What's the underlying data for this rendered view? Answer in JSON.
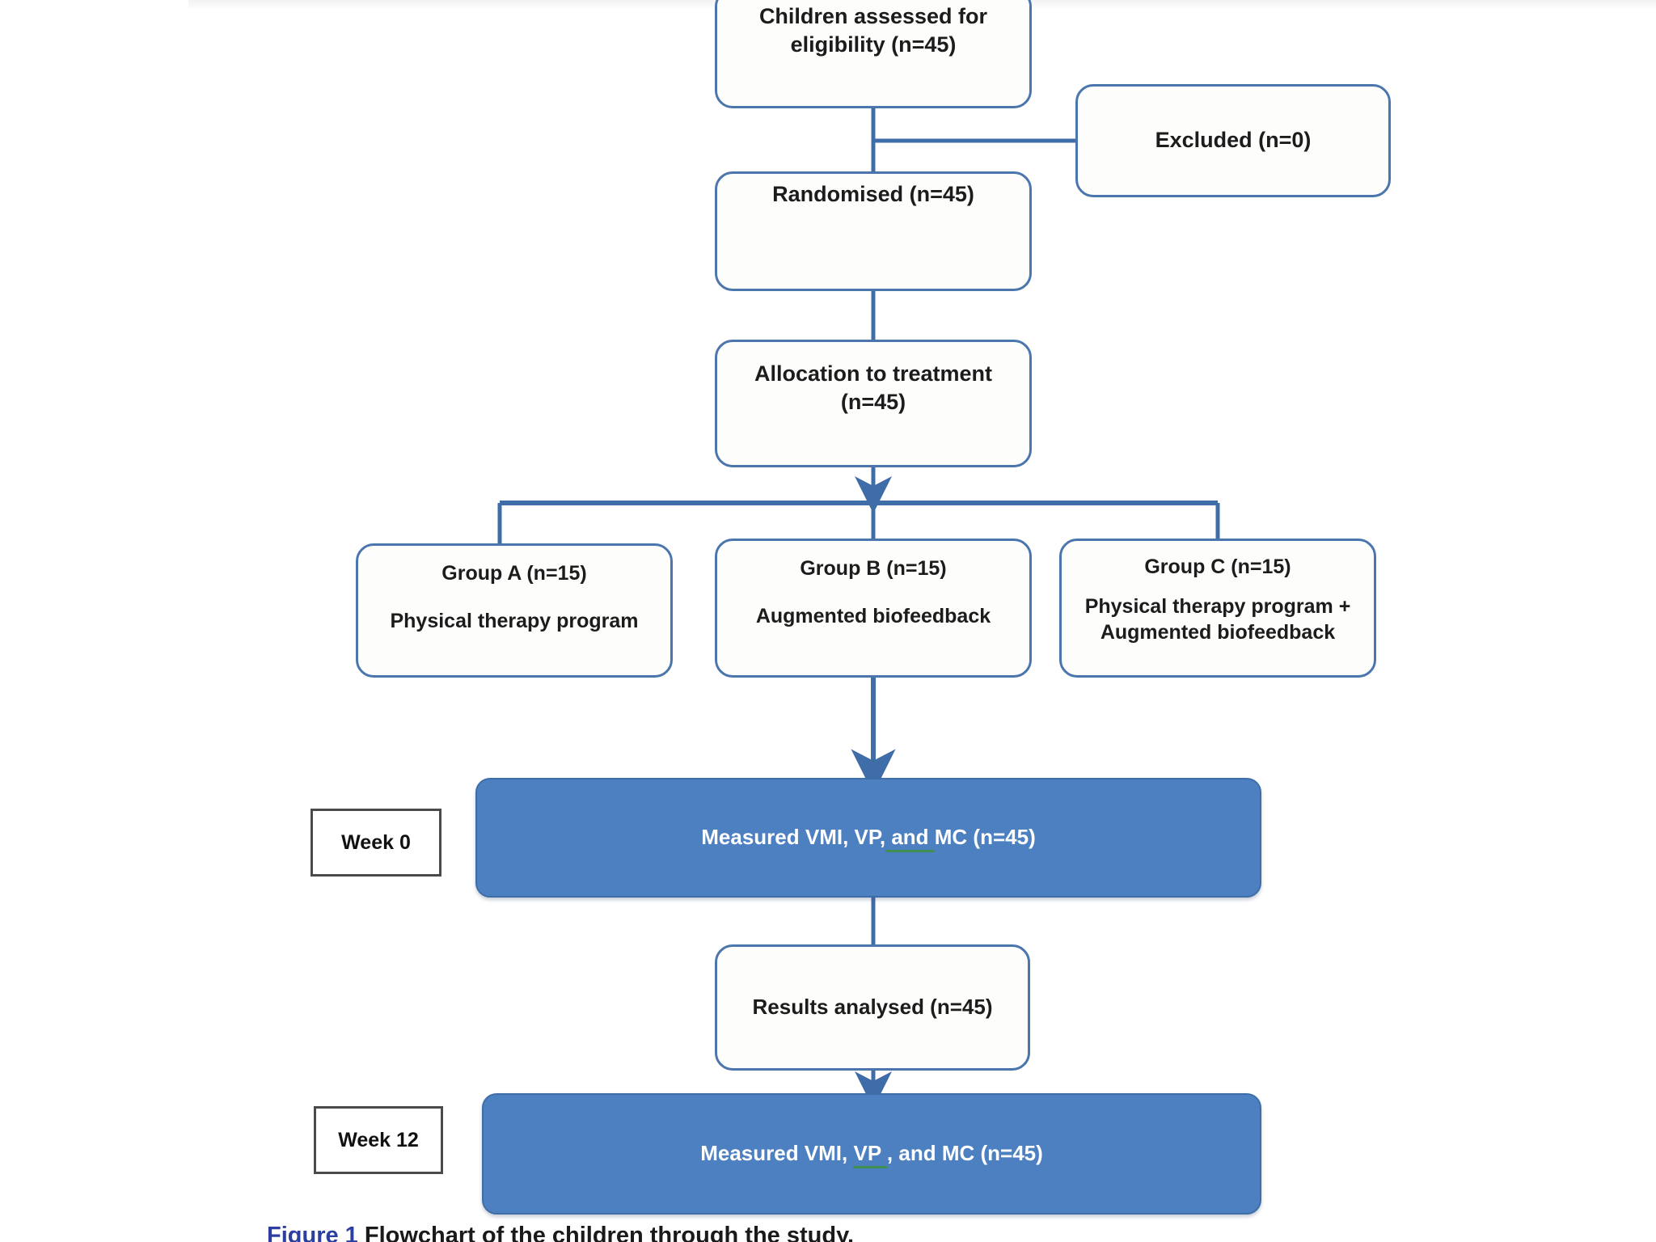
{
  "figure": {
    "type": "consort-flowchart",
    "caption_label": "Figure 1",
    "caption_text": "Flowchart of the children through the study."
  },
  "colors": {
    "box_stroke": "#4a76ad",
    "bar_fill": "#4d80c0",
    "bar_stroke": "#3f6da8",
    "week_box_stroke": "#4a4a4a",
    "text_dark": "#1c1c1c",
    "text_light": "#ffffff",
    "connector": "#3f6da8",
    "spellcheck_underline": "#3f8f52"
  },
  "nodes": {
    "assessed": {
      "line1": "Children assessed for",
      "line2": "eligibility (n=45)"
    },
    "excluded": {
      "line1": "Excluded (n=0)"
    },
    "randomised": {
      "line1": "Randomised (n=45)"
    },
    "allocation": {
      "line1": "Allocation to treatment",
      "line2": "(n=45)"
    },
    "group_a": {
      "line1": "Group A (n=15)",
      "line2": "Physical therapy program"
    },
    "group_b": {
      "line1": "Group B (n=15)",
      "line2": "Augmented biofeedback"
    },
    "group_c": {
      "line1": "Group C (n=15)",
      "line2": "Physical therapy program +",
      "line3": "Augmented biofeedback"
    },
    "week0_label": {
      "line1": "Week 0"
    },
    "week0_bar": {
      "pre": "Measured VMI, VP,",
      "mid": " and ",
      "post": "MC (n=45)"
    },
    "results": {
      "line1": "Results analysed (n=45)"
    },
    "week12_label": {
      "line1": "Week 12"
    },
    "week12_bar": {
      "pre": "Measured VMI, ",
      "mid": "VP ",
      "post": ", and MC (n=45)"
    }
  },
  "flow": {
    "counts": {
      "assessed": 45,
      "excluded": 0,
      "randomised": 45,
      "allocated": 45,
      "group_a": 15,
      "group_b": 15,
      "group_c": 15,
      "measured_week0": 45,
      "analysed": 45,
      "measured_week12": 45
    },
    "timepoints": [
      "Week 0",
      "Week 12"
    ],
    "measures": [
      "VMI",
      "VP",
      "MC"
    ]
  }
}
